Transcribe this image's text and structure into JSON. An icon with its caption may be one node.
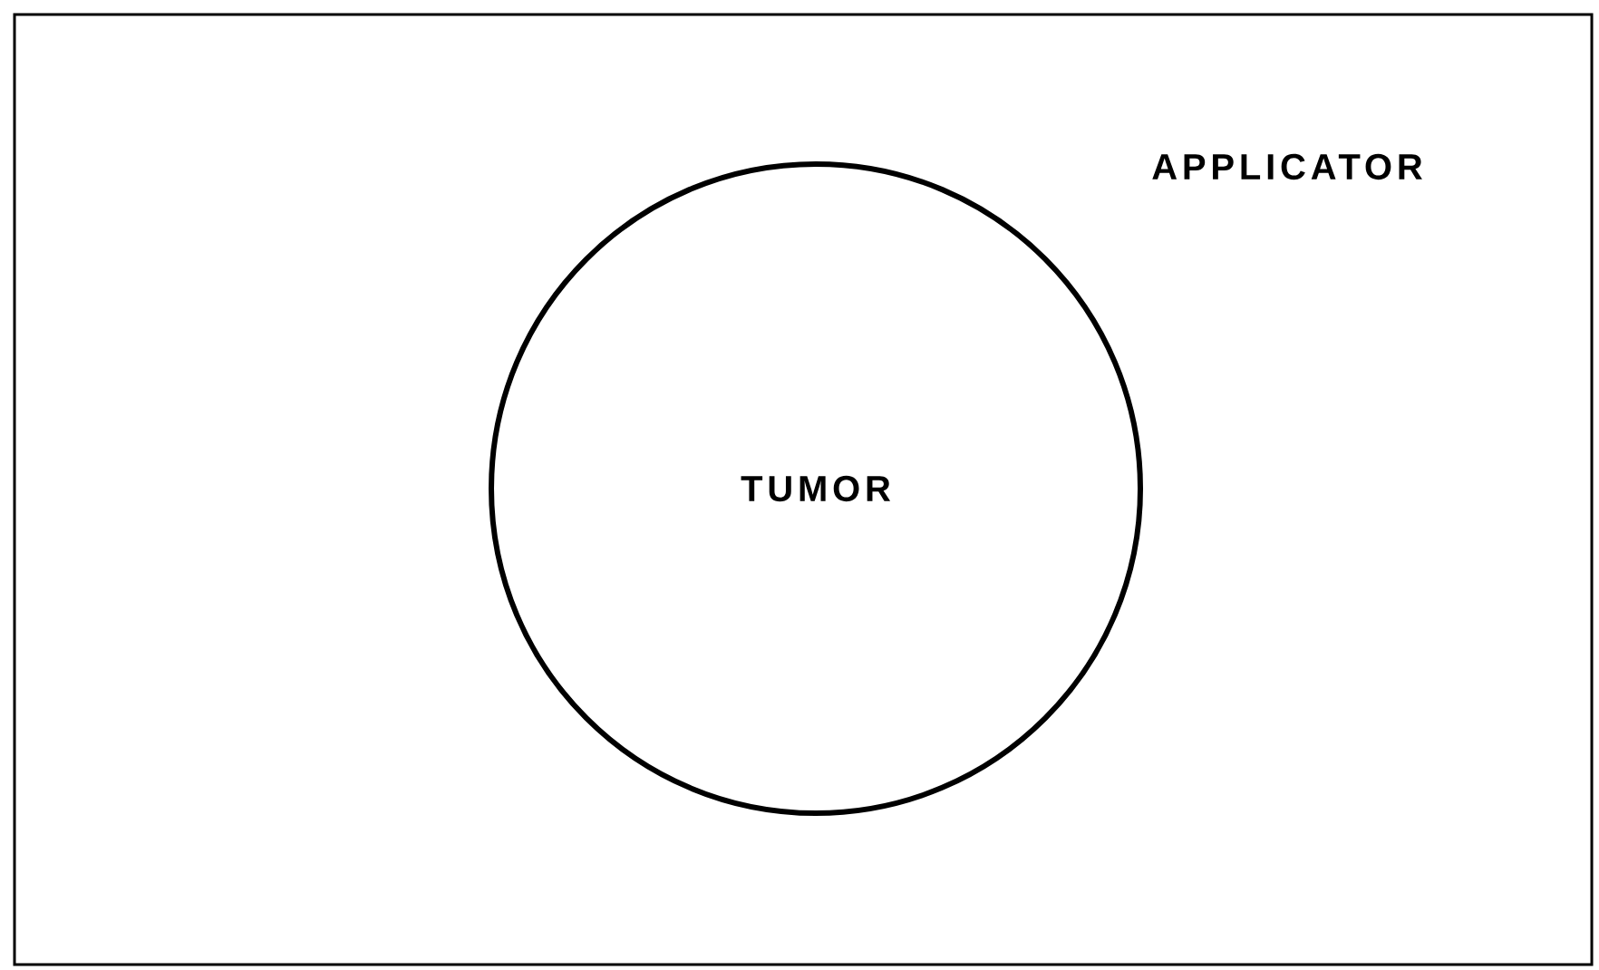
{
  "diagram": {
    "nodes": [
      {
        "text": [
          "APPLICATOR"
        ]
      },
      {
        "text": [
          "TUMOR"
        ],
        "in": 0
      }
    ]
  }
}
